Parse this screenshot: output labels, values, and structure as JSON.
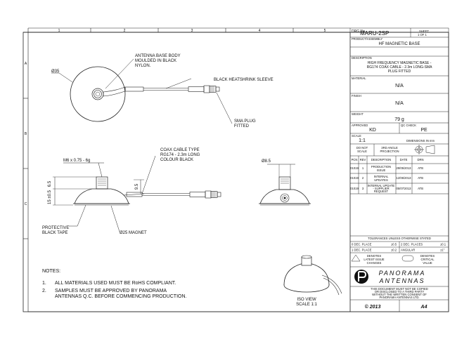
{
  "zones": {
    "cols": [
      "1",
      "2",
      "3",
      "4",
      "5"
    ],
    "rows": [
      "A",
      "B",
      "C"
    ]
  },
  "annotations": {
    "dia35": "Ø35",
    "body_label": [
      "ANTENNA BASE BODY",
      "MOULDED IN BLACK",
      "NYLON."
    ],
    "sleeve": "BLACK HEATSHRINK SLEEVE",
    "sma": [
      "SMA PLUG",
      "FITTED"
    ],
    "thread": "M6 x 0.75 - 6g",
    "coax": [
      "COAX CABLE TYPE",
      "RG174 - 2.3m LONG",
      "COLOUR BLACK"
    ],
    "dim_65": "6.5",
    "dim_15": "15 ±0.5",
    "dim_95": "9.5",
    "dia85": "Ø8.5",
    "tape": [
      "PROTECTIVE",
      "BLACK TAPE"
    ],
    "magnet": "Ø25 MAGNET",
    "iso": [
      "ISO VIEW",
      "SCALE 1:1"
    ]
  },
  "notes": {
    "heading": "NOTES:",
    "items": [
      {
        "num": "1.",
        "lines": [
          "ALL MATERIALS USED MUST BE RoHS COMPLIANT."
        ]
      },
      {
        "num": "2.",
        "lines": [
          "SAMPLES MUST BE APPROVED BY PANORAMA",
          "ANTENNAS Q.C. BEFORE COMMENCING PRODUCTION."
        ]
      }
    ]
  },
  "title_block": {
    "drg_label": "DRG No.",
    "drg_no": "MARU-2SP",
    "sheet_label": "SHEET",
    "sheet_value": "1 OF 1",
    "product_label": "PRODUCT/ASSEMBLY",
    "product": "HF MAGNETIC BASE",
    "description_label": "DESCRIPTION",
    "description": [
      "HIGH FREQUENCY MAGNETIC BASE -",
      "RG174 COAX CABLE - 2.3m LONG-SMA",
      "PLUG FITTED"
    ],
    "material_label": "MATERIAL",
    "material": "N/A",
    "finish_label": "FINISH",
    "finish": "N/A",
    "weight_label": "WEIGHT",
    "weight": "79 g",
    "approved_label": "APPROVED",
    "approved": "KD",
    "qc_label": "QC CHECK",
    "qc": "PE",
    "scale_label": "SCALE",
    "scale": "1:1",
    "dimensions": "DIMENSIONS IN mm",
    "do_not_scale": [
      "DO NOT",
      "SCALE"
    ],
    "projection": [
      "3RD ANGLE",
      "PROJECTION"
    ],
    "revisions": {
      "headers": [
        "PCN",
        "REV",
        "DESCRIPTION",
        "DATE",
        "DRN"
      ],
      "rows": [
        {
          "pcn": "01019",
          "rev": "1",
          "desc": [
            "PRODUCTION",
            "ISSUE"
          ],
          "date": "29/05/2013",
          "drn": "ATB"
        },
        {
          "pcn": "01019",
          "rev": "2",
          "desc": [
            "INTERNAL",
            "UPDATES"
          ],
          "date": "12/06/2013",
          "drn": "ATB"
        },
        {
          "pcn": "01019",
          "rev": "3",
          "desc": [
            "INTERNAL UPDATE",
            "- SUPPLIER",
            "REQUEST"
          ],
          "date": "05/07/2013",
          "drn": "ATB"
        }
      ]
    },
    "tolerances": {
      "heading": "TOLERANCES UNLESS OTHERWISE STATED",
      "cells": [
        {
          "label": "0 DEC. PLACE",
          "value": "±0.5"
        },
        {
          "label": "2 DEC. PLACES",
          "value": "±0.1"
        },
        {
          "label": "1 DEC. PLACE",
          "value": "±0.2"
        },
        {
          "label": "ANGULAR",
          "value": "±1°"
        }
      ]
    },
    "latest_issue": [
      "DENOTES",
      "LATEST ISSUE",
      "CHANGES"
    ],
    "critical_value": [
      "DENOTES",
      "CRITICAL",
      "VALUE"
    ],
    "logo": [
      "PANORAMA",
      "ANTENNAS"
    ],
    "copyright_notice": [
      "THIS DOCUMENT MUST NOT BE COPIED",
      "OR DISCLOSED TO A THIRD PARTY",
      "WITHOUT THE WRITTEN CONSENT OF",
      "PANORAMA ANTENNAS LTD."
    ],
    "copyright_year": "© 2013",
    "paper": "A4"
  }
}
